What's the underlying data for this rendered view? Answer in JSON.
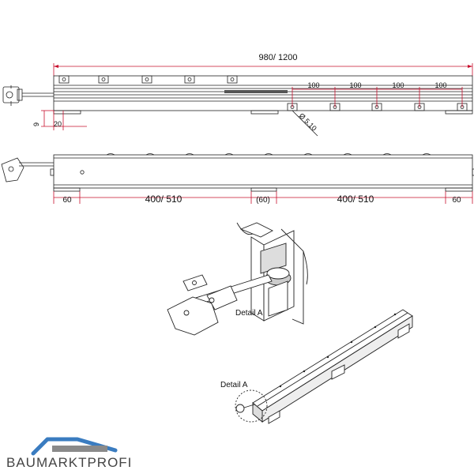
{
  "drawing": {
    "top_view": {
      "overall_length": "980/ 1200",
      "spacing_labels": [
        "100",
        "100",
        "100",
        "100"
      ],
      "height_dim": "9",
      "offset_dim": "20",
      "hole_dim": "Ø 5.10"
    },
    "side_view": {
      "end_left": "60",
      "span_left": "400/ 510",
      "middle": "(60)",
      "span_right": "400/ 510",
      "end_right": "60"
    },
    "detail_label_1": "Detail A",
    "detail_label_2": "Detail A"
  },
  "colors": {
    "dimension_line": "#c8102e",
    "drawing_line": "#222222",
    "logo_blue": "#3a7cc0",
    "logo_gray": "#8a8a8a"
  },
  "brand": {
    "name": "BAUMARKTPROFI"
  }
}
